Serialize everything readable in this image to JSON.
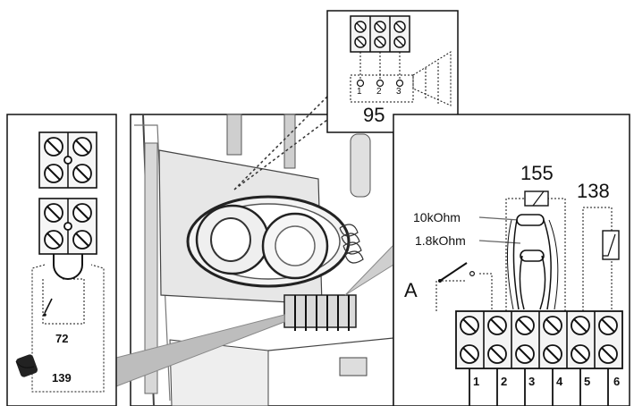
{
  "diagram": {
    "top_inset_terminal_numbers": [
      "1",
      "2",
      "3"
    ],
    "top_inset_label": "95",
    "left_inset_labels": {
      "switch": "72",
      "sensor": "139"
    },
    "right_inset_labels": {
      "resistor_group": "155",
      "thermistor": "138",
      "resistor_a": "10kOhm",
      "resistor_b": "1.8kOhm",
      "switch": "A"
    },
    "terminal_numbers": [
      "1",
      "2",
      "3",
      "4",
      "5",
      "6"
    ]
  }
}
